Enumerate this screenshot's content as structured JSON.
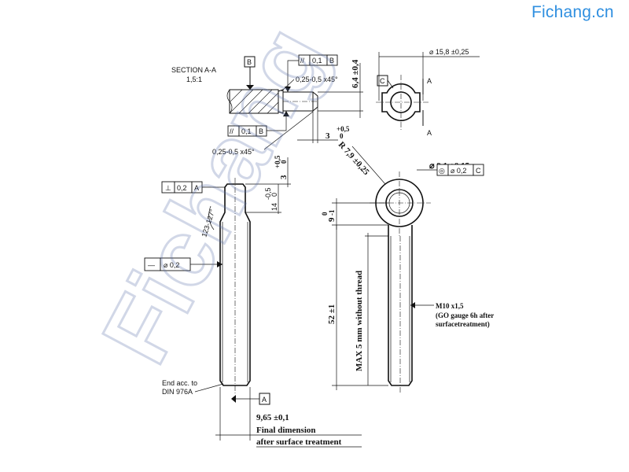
{
  "brand": "Fichang.cn",
  "watermark": "Fichang",
  "section": {
    "title": "SECTION A-A",
    "scale": "1,5:1"
  },
  "datums": {
    "a": "A",
    "b": "B",
    "c": "C"
  },
  "fcf": {
    "parallel_top": {
      "symbol": "//",
      "value": "0,1",
      "datum": "B"
    },
    "parallel_bottom": {
      "symbol": "//",
      "value": "0,1",
      "datum": "B"
    },
    "perpendicular": {
      "symbol": "⊥",
      "value": "0,2",
      "datum": "A"
    },
    "straightness": {
      "symbol": "—",
      "value": "⌀ 0,2"
    },
    "position": {
      "symbol": "◎",
      "value": "⌀ 0,2",
      "datum": "C"
    }
  },
  "dims": {
    "chamfer_top": "0,25-0,5 x45°",
    "chamfer_bottom": "0,25-0,5 x45°",
    "height": "6,4 ±0,4",
    "eye_diameter": "⌀ 15,8 ±0,25",
    "three_h": {
      "value": "3",
      "upper": "+0,5",
      "lower": "0"
    },
    "three_v": {
      "value": "3",
      "upper": "+0,5",
      "lower": "0"
    },
    "fourteen": {
      "value": "14",
      "upper": "-0,5",
      "lower": "0"
    },
    "radius": "R 7,9 ±0,25",
    "hole": "⌀ 9,1 ±0,15",
    "nine": {
      "value": "9",
      "upper": "0",
      "lower": "-1"
    },
    "angle": "123-127°",
    "length": "52 ±1",
    "max_thread": "MAX 5 mm without thread",
    "final_dim": "9,65 ±0,1"
  },
  "section_marks": {
    "top": "A",
    "bottom": "A"
  },
  "notes": {
    "end": "End acc. to",
    "end_std": "DIN 976A",
    "thread": "M10 x1,5",
    "thread_gauge": "(GO gauge 6h after",
    "thread_gauge2": "surfacetreatment)",
    "final1": "Final dimension",
    "final2": "after surface treatment"
  }
}
